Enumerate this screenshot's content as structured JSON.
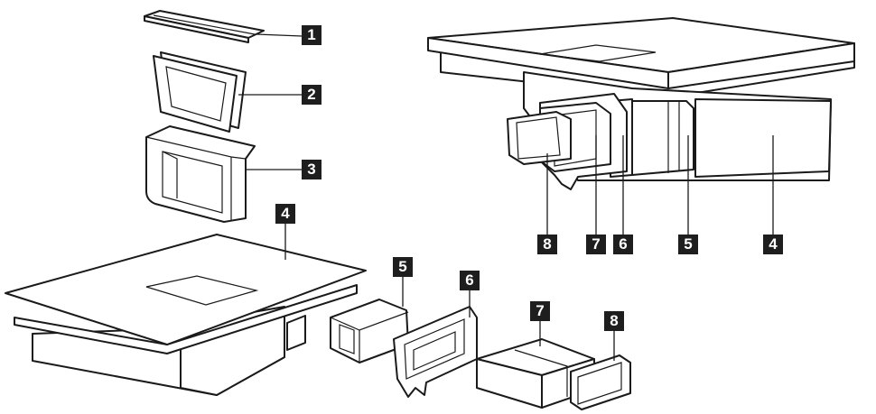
{
  "callouts": [
    {
      "id": "c1",
      "label": "1"
    },
    {
      "id": "c2",
      "label": "2"
    },
    {
      "id": "c3",
      "label": "3"
    },
    {
      "id": "c4a",
      "label": "4"
    },
    {
      "id": "c5a",
      "label": "5"
    },
    {
      "id": "c6a",
      "label": "6"
    },
    {
      "id": "c7a",
      "label": "7"
    },
    {
      "id": "c8a",
      "label": "8"
    },
    {
      "id": "c8b",
      "label": "8"
    },
    {
      "id": "c7b",
      "label": "7"
    },
    {
      "id": "c6b",
      "label": "6"
    },
    {
      "id": "c5b",
      "label": "5"
    },
    {
      "id": "c4b",
      "label": "4"
    }
  ],
  "colors": {
    "line": "#1a1a1a",
    "badge_bg": "#1e1e1e",
    "badge_text": "#ffffff",
    "background": "#ffffff"
  }
}
